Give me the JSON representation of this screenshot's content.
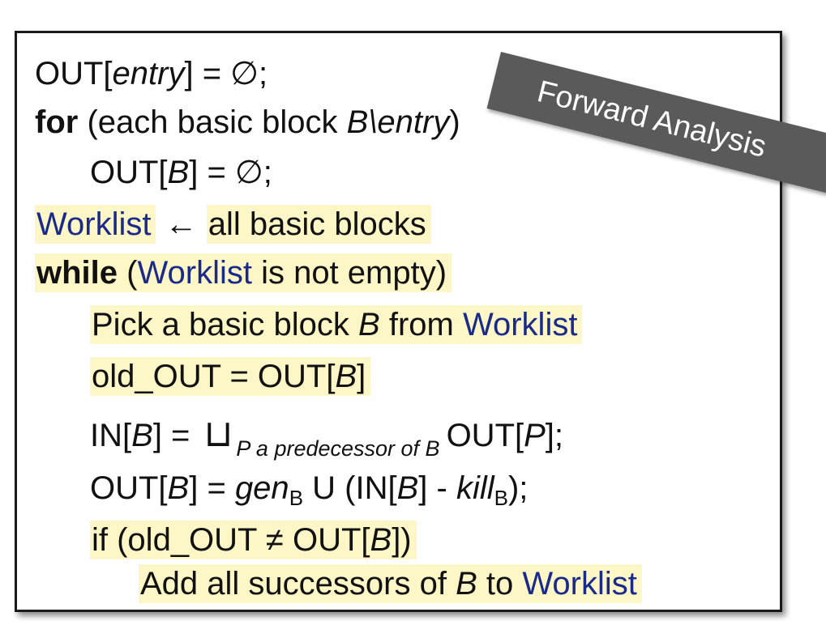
{
  "badge": {
    "text": "Forward Analysis"
  },
  "lines": {
    "l1": {
      "a": "OUT[",
      "b": "entry",
      "c": "] = ∅;"
    },
    "l2": {
      "kw": "for",
      "a": " (each basic block ",
      "b": "B\\entry",
      "c": ")"
    },
    "l3": {
      "a": "OUT[",
      "b": "B",
      "c": "] = ∅;"
    },
    "l4": {
      "wl": "Worklist",
      "arrow": " ← ",
      "rest": "all basic blocks"
    },
    "l5": {
      "kw": "while",
      "a": " (",
      "wl": "Worklist",
      "rest": " is not empty)"
    },
    "l6": {
      "a": "Pick a basic block ",
      "b": "B",
      "c": " from ",
      "wl": "Worklist"
    },
    "l7": {
      "a": "old_OUT = OUT[",
      "b": "B",
      "c": "]"
    },
    "l8": {
      "a": "IN[",
      "b": "B",
      "c": "] = ",
      "join": "⊔",
      "sub": "P a predecessor of B",
      "d": "OUT[",
      "e": "P",
      "f": "];"
    },
    "l9": {
      "a": "OUT[",
      "b": "B",
      "c": "] = ",
      "gen": "gen",
      "gensub": "B",
      "d": " U (IN[",
      "e": "B",
      "f": "] - ",
      "kill": "kill",
      "killsub": "B",
      "g": ");"
    },
    "l10": {
      "a": "if (old_OUT ≠ OUT[",
      "b": "B",
      "c": "])"
    },
    "l11": {
      "a": "Add all successors of ",
      "b": "B",
      "c": " to ",
      "wl": "Worklist"
    }
  },
  "colors": {
    "highlight": "#fdf6c6",
    "worklist": "#1a2a8a",
    "ribbon": "#5a5a5a"
  }
}
